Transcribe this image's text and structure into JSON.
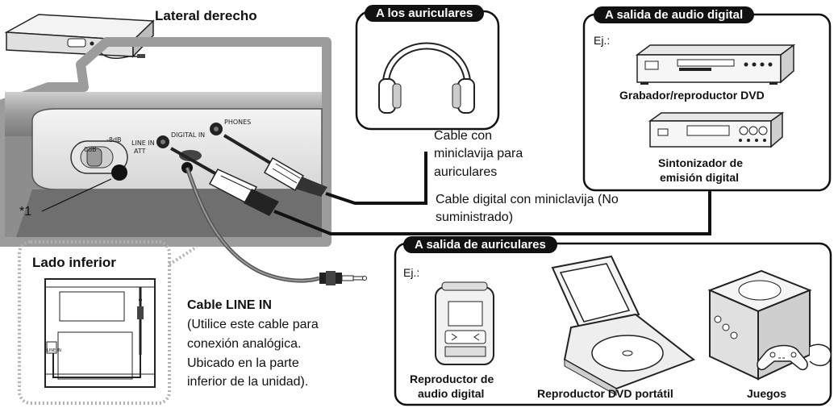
{
  "headings": {
    "right_side": "Lateral derecho",
    "bottom_side": "Lado inferior"
  },
  "panel_labels": {
    "zero_db": "0dB",
    "minus_8db": "-8dB",
    "line_in_att_1": "LINE IN",
    "line_in_att_2": "ATT",
    "digital_in": "DIGITAL IN",
    "phones": "PHONES",
    "bottom_jack": "LINE IN"
  },
  "footnote_marker": "*1",
  "headphones_box": {
    "title": "A los auriculares"
  },
  "digital_box": {
    "title": "A salida de audio digital",
    "example": "Ej.:",
    "device1": "Grabador/reproductor DVD",
    "device2_line1": "Sintonizador de",
    "device2_line2": "emisión digital"
  },
  "headphone_out_box": {
    "title": "A salida de auriculares",
    "example": "Ej.:",
    "device1_line1": "Reproductor de",
    "device1_line2": "audio digital",
    "device2": "Reproductor DVD portátil",
    "device3": "Juegos"
  },
  "cables": {
    "phones_cable_1": "Cable con",
    "phones_cable_2": "miniclavija para",
    "phones_cable_3": "auriculares",
    "digital_cable_1": "Cable digital con miniclavija (No",
    "digital_cable_2": "suministrado)",
    "line_in_title": "Cable LINE IN",
    "line_in_desc_1": "(Utilice este cable para",
    "line_in_desc_2": "conexión analógica.",
    "line_in_desc_3": "Ubicado en la parte",
    "line_in_desc_4": "inferior de la unidad)."
  }
}
